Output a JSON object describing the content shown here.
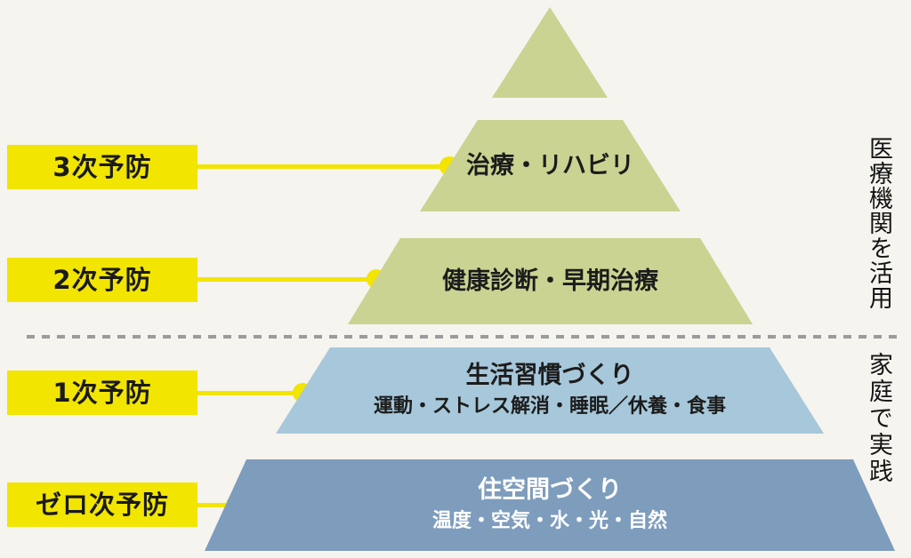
{
  "diagram": {
    "title_semantic": "prevention-levels-pyramid",
    "colors": {
      "background": "#f6f4ef",
      "accent_yellow": "#f2e500",
      "pyramid_green": "#cad391",
      "pyramid_light_blue": "#a7c7da",
      "pyramid_steel_blue": "#7e9dbd",
      "divider_gray": "#9b9b9b",
      "text_dark": "#1a1a1a",
      "text_white": "#ffffff"
    },
    "left_labels": [
      {
        "id": "tertiary",
        "text": "3次予防"
      },
      {
        "id": "secondary",
        "text": "2次予防"
      },
      {
        "id": "primary",
        "text": "1次予防"
      },
      {
        "id": "zero",
        "text": "ゼロ次予防"
      }
    ],
    "pyramid_levels": [
      {
        "id": "cap",
        "title": "",
        "subtitle": ""
      },
      {
        "id": "treatment",
        "title": "治療・リハビリ",
        "subtitle": ""
      },
      {
        "id": "checkup",
        "title": "健康診断・早期治療",
        "subtitle": ""
      },
      {
        "id": "lifestyle",
        "title": "生活習慣づくり",
        "subtitle": "運動・ストレス解消・睡眠／休養・食事"
      },
      {
        "id": "living-space",
        "title": "住空間づくり",
        "subtitle": "温度・空気・水・光・自然"
      }
    ],
    "right_annotations": [
      {
        "id": "medical-institutions",
        "text": "医療機関を活用"
      },
      {
        "id": "at-home",
        "text": "家庭で実践"
      }
    ]
  }
}
